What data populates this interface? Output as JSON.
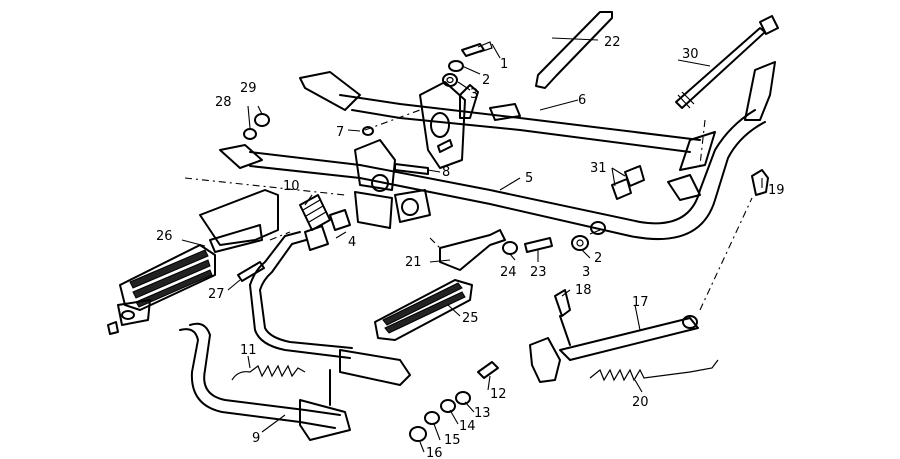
{
  "callouts": [
    {
      "label": "1"
    },
    {
      "label": "2"
    },
    {
      "label": "3"
    },
    {
      "label": "2"
    },
    {
      "label": "3"
    },
    {
      "label": "4"
    },
    {
      "label": "5"
    },
    {
      "label": "6"
    },
    {
      "label": "7"
    },
    {
      "label": "8"
    },
    {
      "label": "9"
    },
    {
      "label": "10"
    },
    {
      "label": "11"
    },
    {
      "label": "12"
    },
    {
      "label": "13"
    },
    {
      "label": "14"
    },
    {
      "label": "15"
    },
    {
      "label": "16"
    },
    {
      "label": "17"
    },
    {
      "label": "18"
    },
    {
      "label": "19"
    },
    {
      "label": "20"
    },
    {
      "label": "21"
    },
    {
      "label": "22"
    },
    {
      "label": "23"
    },
    {
      "label": "24"
    },
    {
      "label": "25"
    },
    {
      "label": "26"
    },
    {
      "label": "27"
    },
    {
      "label": "28"
    },
    {
      "label": "29"
    },
    {
      "label": "30"
    },
    {
      "label": "31"
    }
  ]
}
